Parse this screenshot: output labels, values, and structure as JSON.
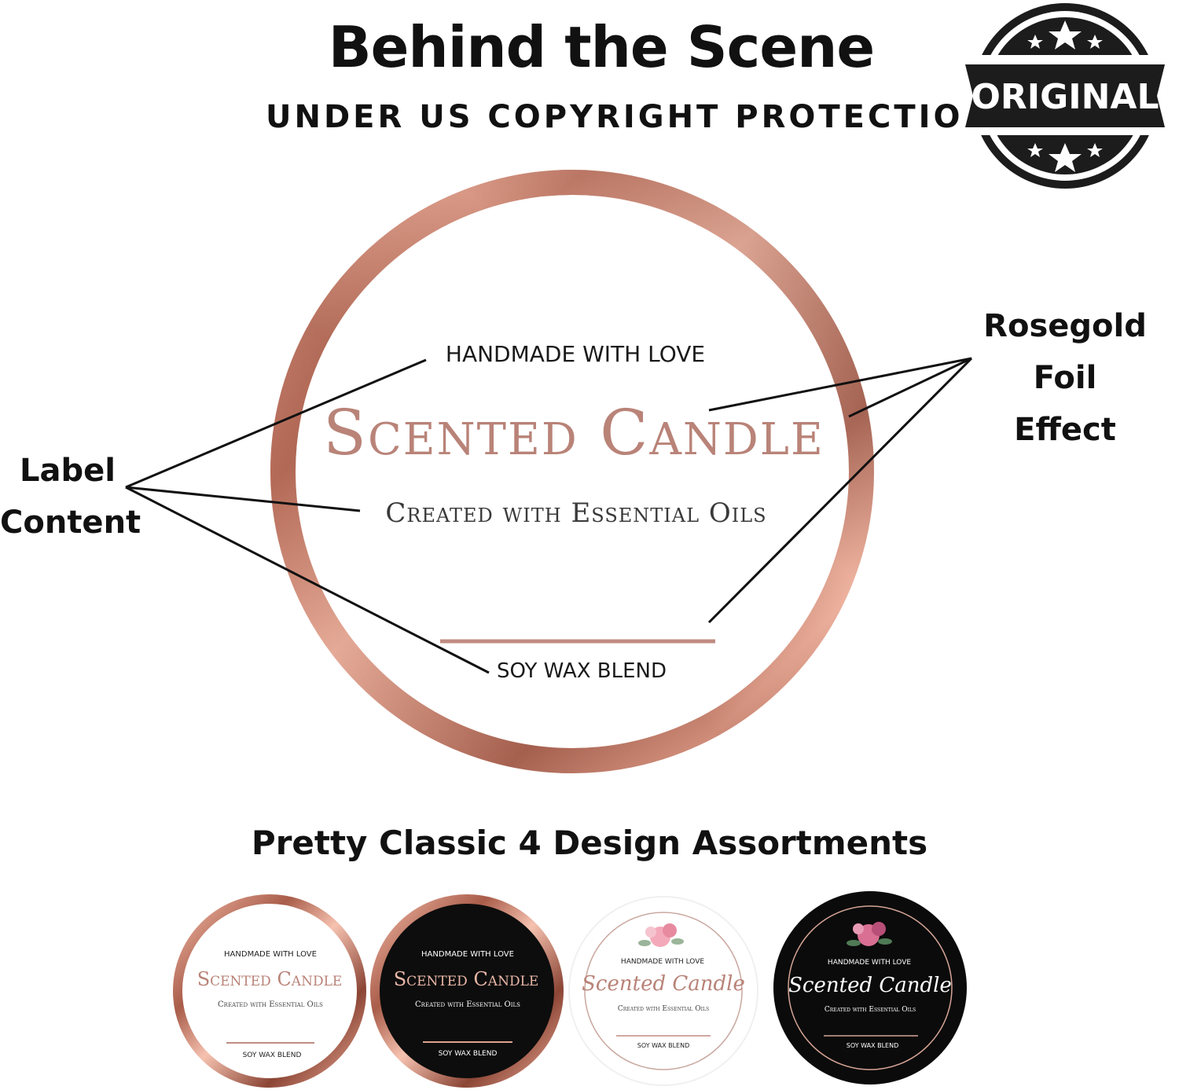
{
  "header": {
    "title": "Behind the Scene",
    "subtitle": "UNDER US COPYRIGHT PROTECTION",
    "badge_text": "ORIGINAL"
  },
  "main_label": {
    "top_text": "HANDMADE WITH LOVE",
    "title": "Scented Candle",
    "subtitle": "Created with Essential Oils",
    "bottom_text": "SOY WAX BLEND"
  },
  "callouts": {
    "label_content": [
      "Label",
      "Content"
    ],
    "rosegold_foil": [
      "Rosegold Foil",
      "Effect"
    ]
  },
  "assortment": {
    "title": "Pretty Classic 4 Design Assortments",
    "designs": [
      {
        "style": "rosegold-ring-white",
        "top_text": "HANDMADE WITH LOVE",
        "title": "Scented Candle",
        "subtitle": "Created with Essential Oils",
        "bottom_text": "SOY WAX BLEND"
      },
      {
        "style": "rosegold-ring-black",
        "top_text": "HANDMADE WITH LOVE",
        "title": "Scented Candle",
        "subtitle": "Created with Essential Oils",
        "bottom_text": "SOY WAX BLEND"
      },
      {
        "style": "floral-white",
        "top_text": "HANDMADE WITH LOVE",
        "title": "Scented Candle",
        "subtitle": "Created with Essential Oils",
        "bottom_text": "SOY WAX BLEND"
      },
      {
        "style": "floral-black",
        "top_text": "HANDMADE WITH LOVE",
        "title": "Scented Candle",
        "subtitle": "Created with Essential Oils",
        "bottom_text": "SOY WAX BLEND"
      }
    ]
  },
  "colors": {
    "rosegold_light": "#f0b4a2",
    "rosegold_dark": "#8a4a3c",
    "title_rose": "#b98378"
  }
}
